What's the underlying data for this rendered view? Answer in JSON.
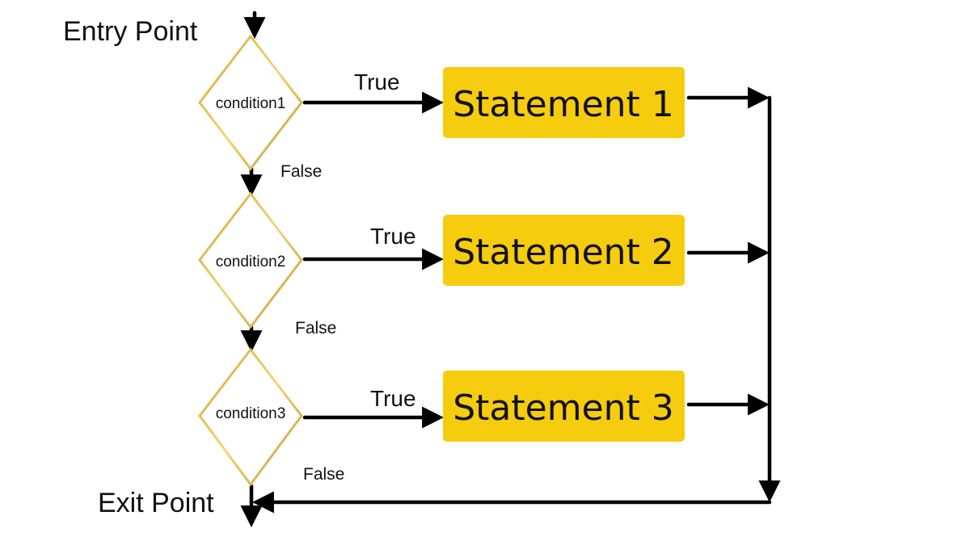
{
  "labels": {
    "entry": "Entry Point",
    "exit": "Exit Point"
  },
  "conditions": [
    {
      "label": "condition1",
      "true_label": "True",
      "false_label": "False",
      "statement": "Statement 1"
    },
    {
      "label": "condition2",
      "true_label": "True",
      "false_label": "False",
      "statement": "Statement 2"
    },
    {
      "label": "condition3",
      "true_label": "True",
      "false_label": "False",
      "statement": "Statement 3"
    }
  ],
  "colors": {
    "diamond_border": "#D9B44A",
    "statement_fill": "#F6CC0E",
    "arrow": "#000000",
    "text": "#111111"
  }
}
